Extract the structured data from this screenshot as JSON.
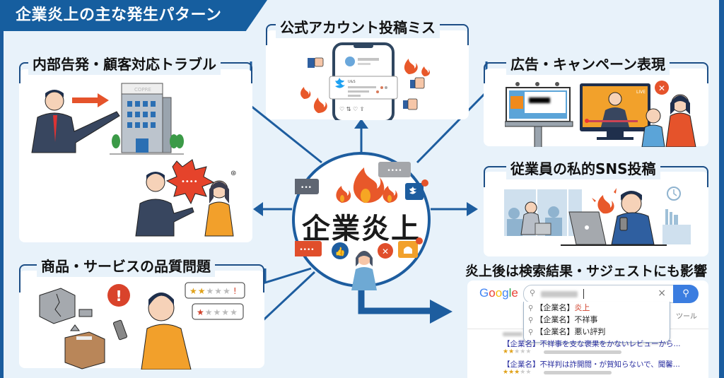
{
  "header": {
    "title": "企業炎上の主な発生パターン"
  },
  "center": {
    "label": "企業炎上"
  },
  "panels": {
    "official_account": {
      "title": "公式アカウント投稿ミス",
      "tweet_handle": "U&S"
    },
    "internal_whistle": {
      "title": "内部告発・顧客対応トラブル",
      "building_sign": "COPRE"
    },
    "ad_campaign": {
      "title": "広告・キャンペーン表現",
      "tv_badge": "LIVE"
    },
    "employee_sns": {
      "title": "従業員の私的SNS投稿"
    },
    "product_quality": {
      "title": "商品・サービスの品質問題",
      "review_1_rating": 2,
      "review_2_rating": 1,
      "review_max": 5
    },
    "search_impact": {
      "title": "炎上後は検索結果・サジェストにも影響",
      "logo": "Google",
      "tools_label": "ツール",
      "suggestions": [
        {
          "prefix": "【企業名】",
          "keyword": "炎上",
          "highlight": true
        },
        {
          "prefix": "【企業名】",
          "keyword": "不祥事",
          "highlight": false
        },
        {
          "prefix": "【企業名】",
          "keyword": "悪い評判",
          "highlight": false
        }
      ],
      "results": [
        {
          "title": "【企業名】不祥事を支な褒果をかないレビューから...",
          "rating": 2
        },
        {
          "title": "【企業名】不祥判は詐開閲・が賀知らないで、聞馨...",
          "rating": 3
        }
      ]
    }
  },
  "icons": {
    "clear": "×",
    "search": "⚲",
    "star": "★",
    "exclaim": "!",
    "cross": "✕",
    "dots": "•••",
    "dots4": "••••"
  },
  "colors": {
    "brand_blue": "#165e9f",
    "fire_orange": "#e8582a",
    "fire_yellow": "#f6a623",
    "highlight_red": "#d0402a",
    "star_gold": "#e0a21a"
  }
}
